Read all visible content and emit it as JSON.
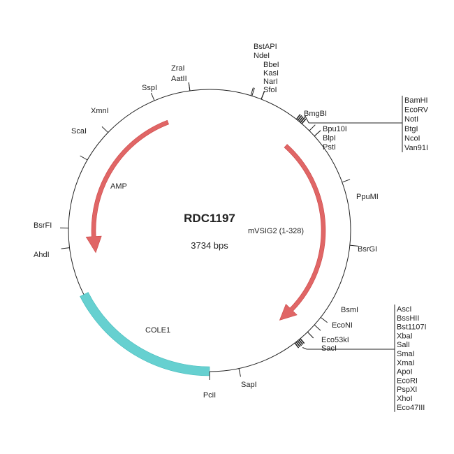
{
  "plasmid": {
    "name": "RDC1197",
    "length": "3734 bps"
  },
  "features": [
    {
      "name": "AMP",
      "color": "#e06666"
    },
    {
      "name": "mVSIG2 (1-328)",
      "color": "#e06666"
    },
    {
      "name": "COLE1",
      "color": "#66d0d0"
    }
  ],
  "sites": [
    "BstAPI",
    "NdeI",
    "BbeI",
    "KasI",
    "NarI",
    "SfoI",
    "BmgBI",
    "Bpu10I",
    "BlpI",
    "PstI",
    "PpuMI",
    "BsrGI",
    "BsmI",
    "EcoNI",
    "Eco53kI",
    "SacI",
    "PciI",
    "SapI",
    "AhdI",
    "BsrFI",
    "ScaI",
    "XmnI",
    "SspI",
    "ZraI",
    "AatII"
  ],
  "mcs_top": [
    "BamHI",
    "EcoRV",
    "NotI",
    "BtgI",
    "NcoI",
    "Van91I"
  ],
  "mcs_bottom": [
    "AscI",
    "BssHII",
    "Bst1107I",
    "XbaI",
    "SalI",
    "SmaI",
    "XmaI",
    "ApoI",
    "EcoRI",
    "PspXI",
    "XhoI",
    "Eco47III"
  ]
}
